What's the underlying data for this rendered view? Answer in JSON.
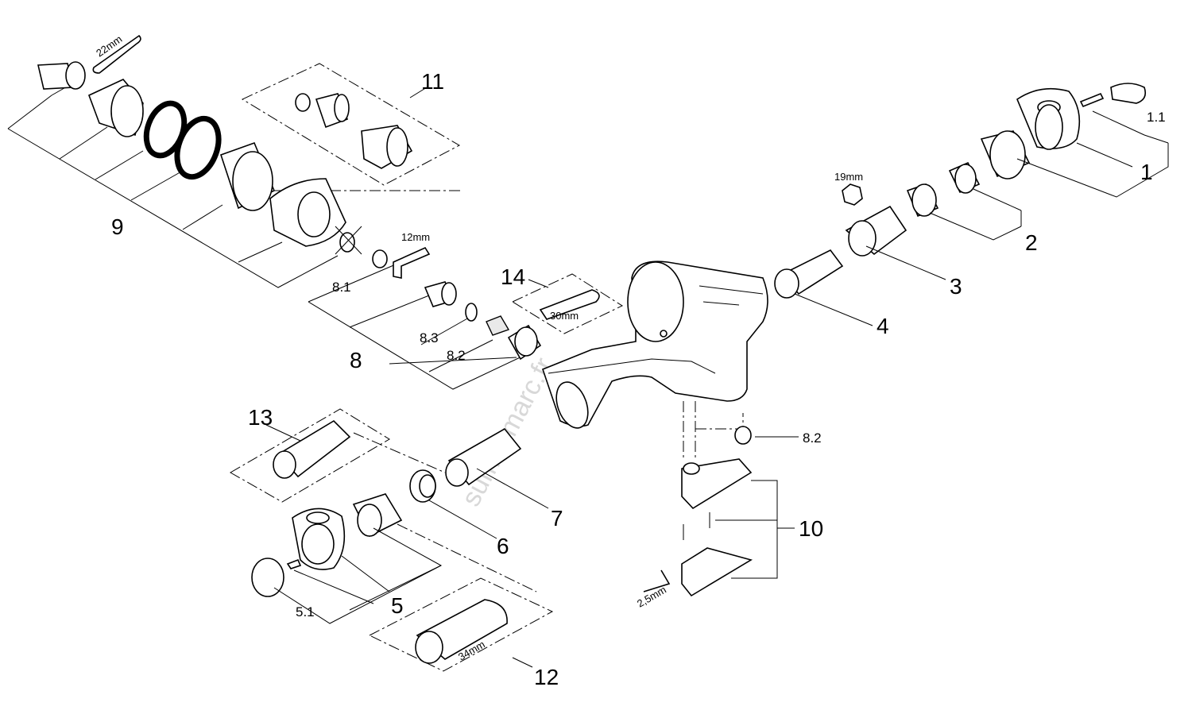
{
  "labels": {
    "p1": "1",
    "p1_1": "1.1",
    "p2": "2",
    "p3": "3",
    "p4": "4",
    "p5": "5",
    "p5_1": "5.1",
    "p6": "6",
    "p7": "7",
    "p8": "8",
    "p8_1": "8.1",
    "p8_2": "8.2",
    "p8_3": "8.3",
    "p8_2b": "8.2",
    "p9": "9",
    "p10": "10",
    "p11": "11",
    "p12": "12",
    "p13": "13",
    "p14": "14"
  },
  "tools": {
    "t22": "22mm",
    "t19": "19mm",
    "t12": "12mm",
    "t30": "30mm",
    "t34": "34mm",
    "t25": "2,5mm"
  },
  "watermark": "sumitomarc.fr"
}
